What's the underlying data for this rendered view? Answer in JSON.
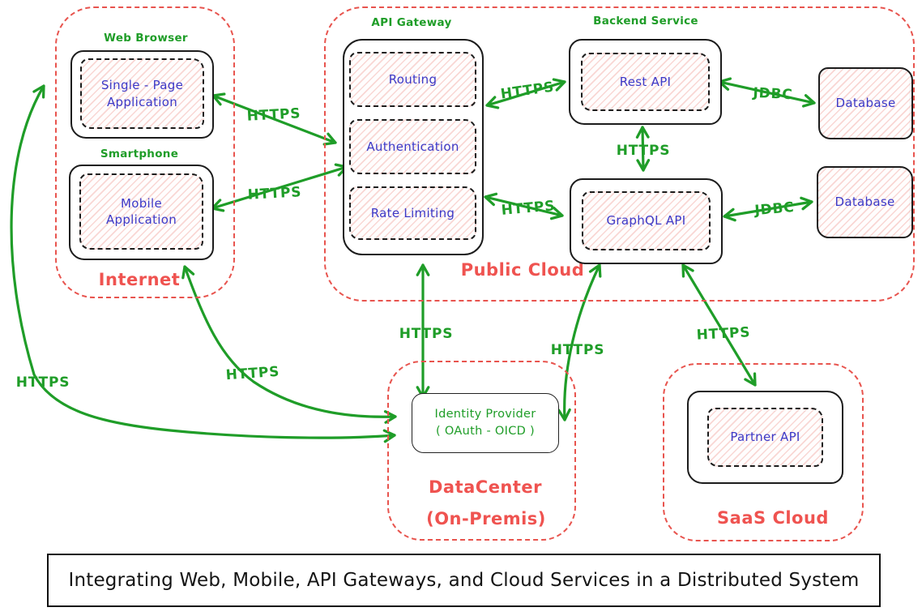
{
  "title": "Integrating Web, Mobile, API Gateways, and Cloud Services in a Distributed System",
  "colors": {
    "green": "#1f9d28",
    "red": "#e8544e",
    "blue": "#3c38c6",
    "ink": "#1c1c1c",
    "hatch_pink": "#f3b8b0"
  },
  "containers": {
    "internet": {
      "label": "Internet"
    },
    "public_cloud": {
      "label": "Public Cloud"
    },
    "datacenter": {
      "label": "DataCenter",
      "sublabel": "(On-Premis)"
    },
    "saas_cloud": {
      "label": "SaaS Cloud"
    }
  },
  "group_labels": {
    "web_browser": "Web Browser",
    "smartphone": "Smartphone",
    "api_gateway": "API Gateway",
    "backend_service": "Backend Service"
  },
  "nodes": {
    "spa": "Single - Page\nApplication",
    "mobile": "Mobile\nApplication",
    "routing": "Routing",
    "authentication": "Authentication",
    "rate_limiting": "Rate Limiting",
    "rest_api": "Rest API",
    "graphql_api": "GraphQL API",
    "database_top": "Database",
    "database_bottom": "Database",
    "identity_provider": {
      "line1": "Identity Provider",
      "line2": "( OAuth - OICD )"
    },
    "partner_api": "Partner API"
  },
  "edges": [
    {
      "id": "spa-gateway",
      "label": "HTTPS"
    },
    {
      "id": "mobile-gateway",
      "label": "HTTPS"
    },
    {
      "id": "gateway-restapi",
      "label": "HTTPS"
    },
    {
      "id": "ratelimiting-graphql",
      "label": "HTTPS"
    },
    {
      "id": "restapi-graphql",
      "label": "HTTPS"
    },
    {
      "id": "restapi-database",
      "label": "JDBC"
    },
    {
      "id": "graphql-database",
      "label": "JDBC"
    },
    {
      "id": "gateway-identityprovider",
      "label": "HTTPS"
    },
    {
      "id": "identityprovider-graphql",
      "label": "HTTPS"
    },
    {
      "id": "graphql-partnerapi",
      "label": "HTTPS"
    },
    {
      "id": "mobile-identityprovider",
      "label": "HTTPS"
    },
    {
      "id": "spa-identityprovider",
      "label": "HTTPS"
    }
  ]
}
